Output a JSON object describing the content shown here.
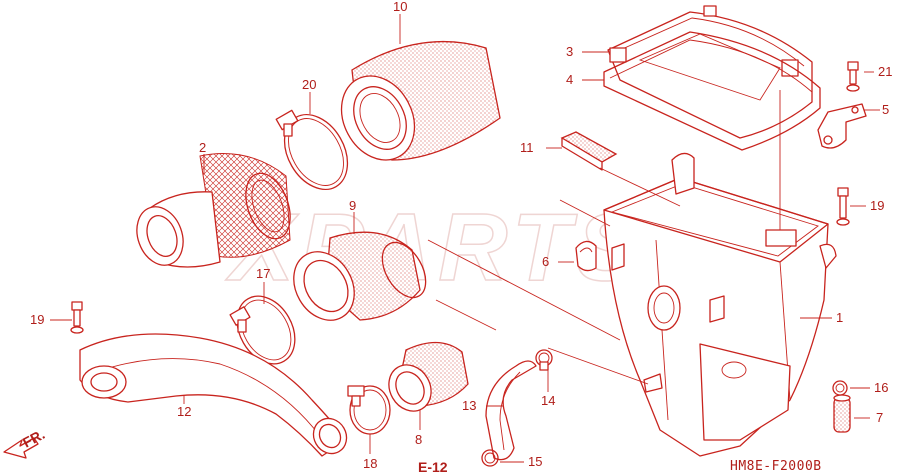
{
  "diagram": {
    "code": "HM8E-F2000B",
    "ref": "E-12",
    "direction": "FR.",
    "watermark": "XPARTS",
    "colors": {
      "line": "#c8241e",
      "text": "#b01e1a",
      "watermark": "#e2b4b0"
    },
    "callouts": {
      "c1": "1",
      "c2": "2",
      "c3": "3",
      "c4": "4",
      "c5": "5",
      "c6": "6",
      "c7": "7",
      "c8": "8",
      "c9": "9",
      "c10": "10",
      "c11": "11",
      "c12": "12",
      "c13": "13",
      "c14": "14",
      "c15": "15",
      "c16": "16",
      "c17": "17",
      "c18": "18",
      "c19a": "19",
      "c19b": "19",
      "c20": "20",
      "c21": "21"
    }
  }
}
